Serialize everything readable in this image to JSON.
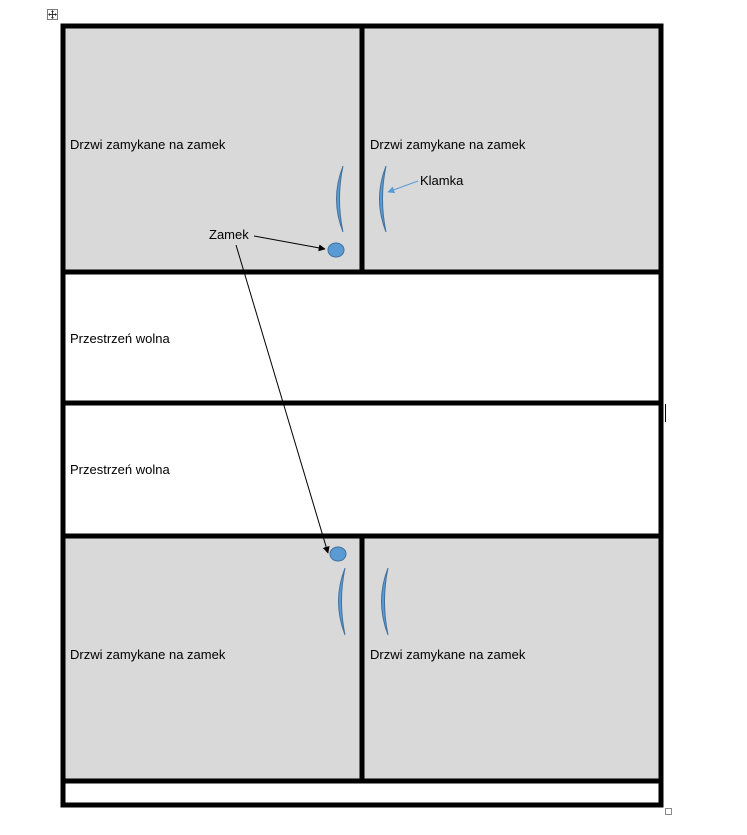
{
  "colors": {
    "door_fill": "#d9d9d9",
    "free_fill": "#ffffff",
    "frame": "#000000",
    "handle_fill": "#5b9bd5",
    "handle_stroke": "#41719c",
    "klamka_arrow": "#5b9bd5",
    "zamek_arrow": "#000000"
  },
  "icons": {
    "table_anchor": "move-handle-icon",
    "resize": "resize-handle-icon"
  },
  "cells": {
    "top_left": "Drzwi zamykane na zamek",
    "top_right": "Drzwi zamykane na zamek",
    "free_1": "Przestrzeń wolna",
    "free_2": "Przestrzeń wolna",
    "bottom_left": "Drzwi zamykane na zamek",
    "bottom_right": "Drzwi zamykane na zamek"
  },
  "callouts": {
    "handle": "Klamka",
    "lock": "Zamek"
  }
}
